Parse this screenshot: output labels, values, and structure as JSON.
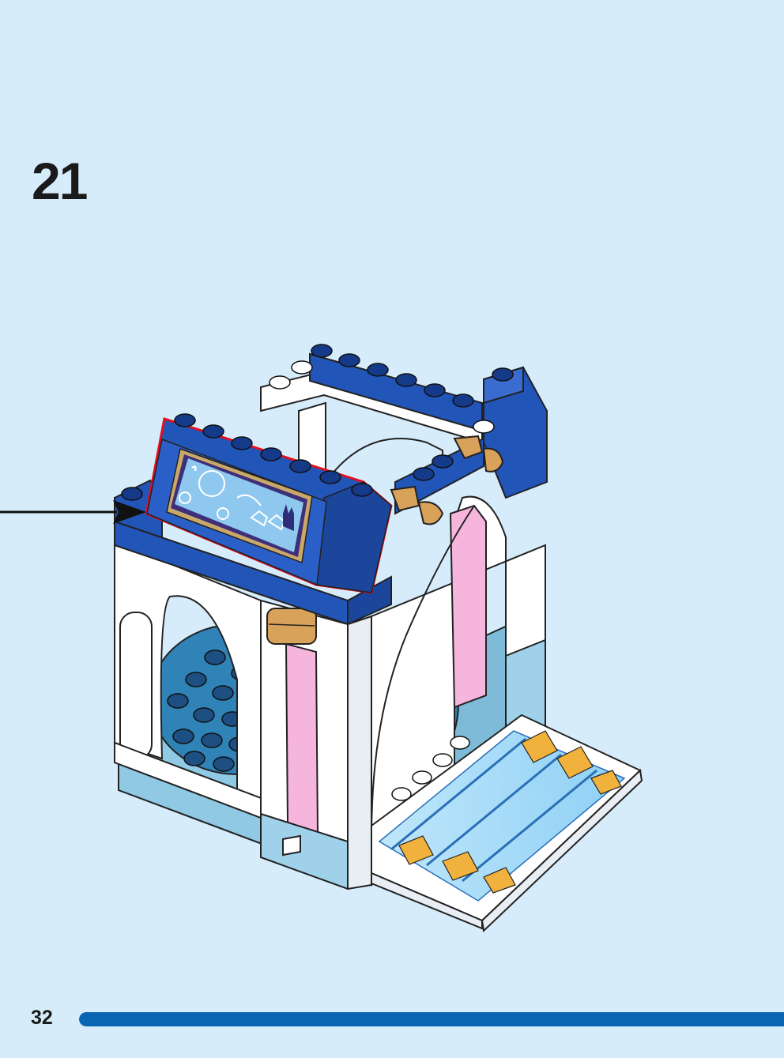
{
  "page": {
    "step_number": "21",
    "page_number": "32",
    "progress_fraction": 1.0
  },
  "illustration": {
    "subject": "lego-castle-ballroom-assembly",
    "highlighted_part": "blue-sloped-sign-with-carriage-print",
    "pointer": "arrow-right",
    "colors": {
      "background": "#d6ecfb",
      "brick_blue": "#2255b8",
      "brick_white": "#ffffff",
      "brick_pink": "#f6b5dc",
      "brick_gold": "#d9a25a",
      "floor_teal": "#3a8fbf",
      "highlight_outline": "#e01020",
      "progress_bar": "#0a64b4"
    }
  }
}
